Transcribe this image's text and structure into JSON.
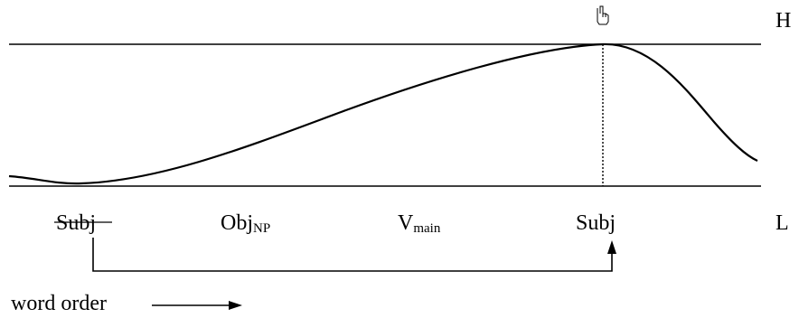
{
  "labels": {
    "high": "H",
    "low": "L",
    "subj_crossed": "Subj",
    "obj": "Obj",
    "obj_sub": "NP",
    "verb": "V",
    "verb_sub": "main",
    "subj": "Subj",
    "word_order": "word order"
  },
  "icons": {
    "pointer": "pointing-hand-icon"
  }
}
